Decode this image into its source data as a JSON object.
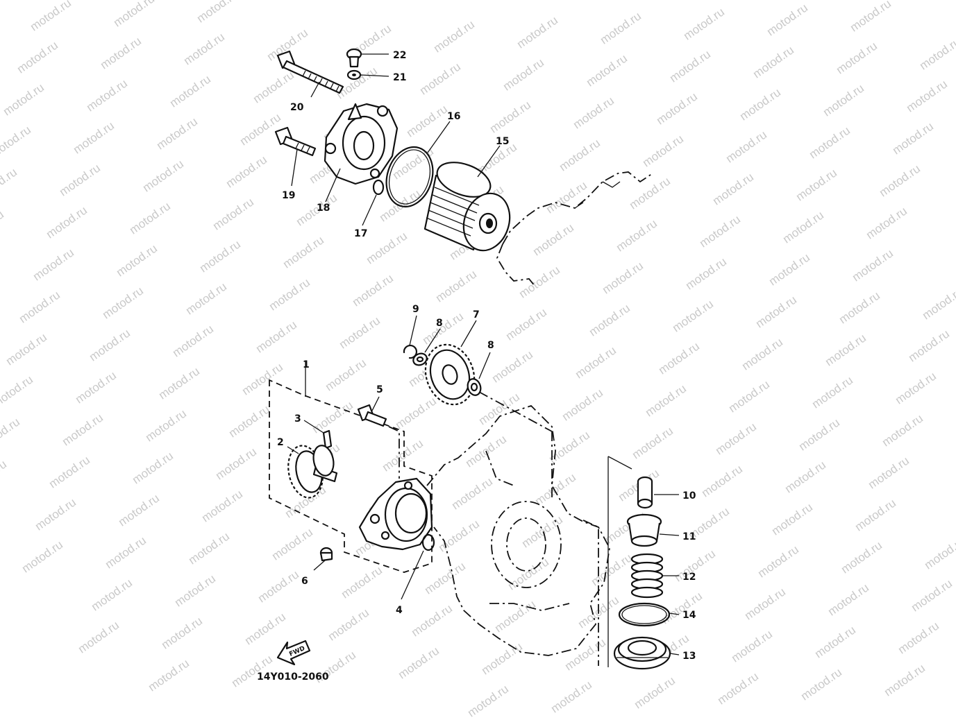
{
  "watermark": "motod.ru",
  "diagram_code": "14Y010-2060",
  "fwd_label": "FWD",
  "callouts": {
    "c1": "1",
    "c2": "2",
    "c3": "3",
    "c4": "4",
    "c5": "5",
    "c6": "6",
    "c7": "7",
    "c8a": "8",
    "c8b": "8",
    "c9": "9",
    "c10": "10",
    "c11": "11",
    "c12": "12",
    "c13": "13",
    "c14": "14",
    "c15": "15",
    "c16": "16",
    "c17": "17",
    "c18": "18",
    "c19": "19",
    "c20": "20",
    "c21": "21",
    "c22": "22"
  }
}
